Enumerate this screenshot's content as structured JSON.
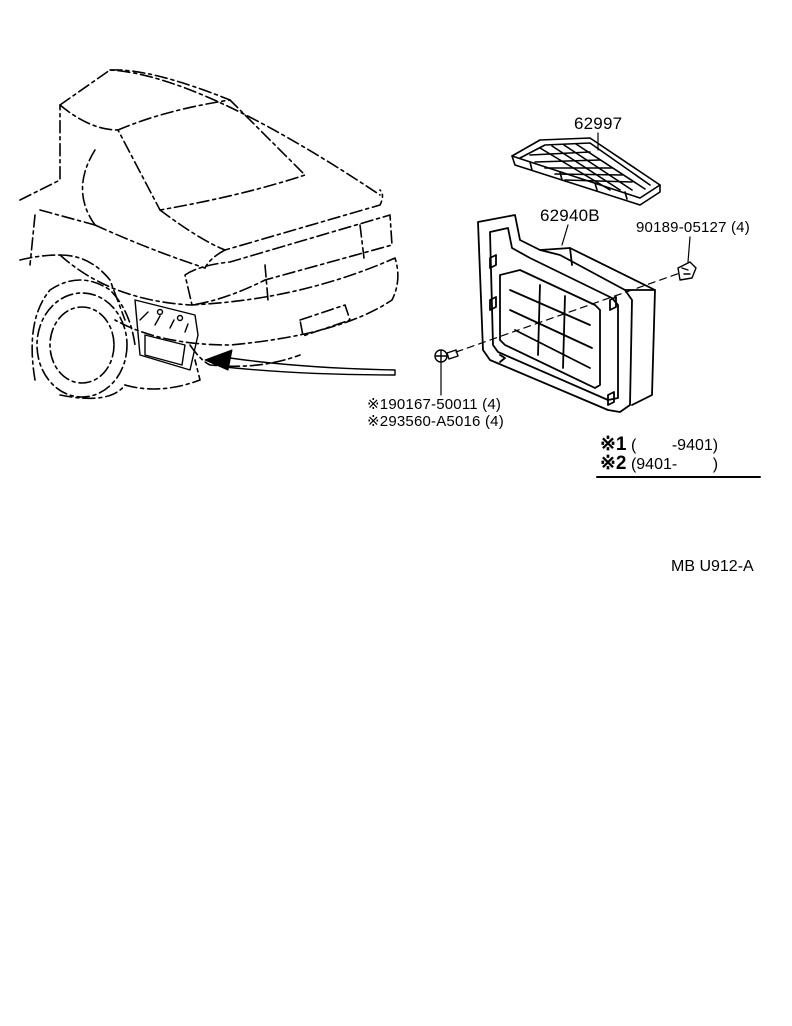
{
  "part_labels": {
    "p62997": "62997",
    "p62940b": "62940B",
    "p90189": "90189-05127 (4)",
    "p90167": "90167-50011 (4)",
    "p93560": "93560-A5016 (4)",
    "mark1": "※1",
    "mark2": "※2"
  },
  "applicability": {
    "mark1": "※1",
    "range1": "(        -9401)",
    "mark2": "※2",
    "range2": "(9401-        )"
  },
  "diagram_ref": "MB U912-A"
}
